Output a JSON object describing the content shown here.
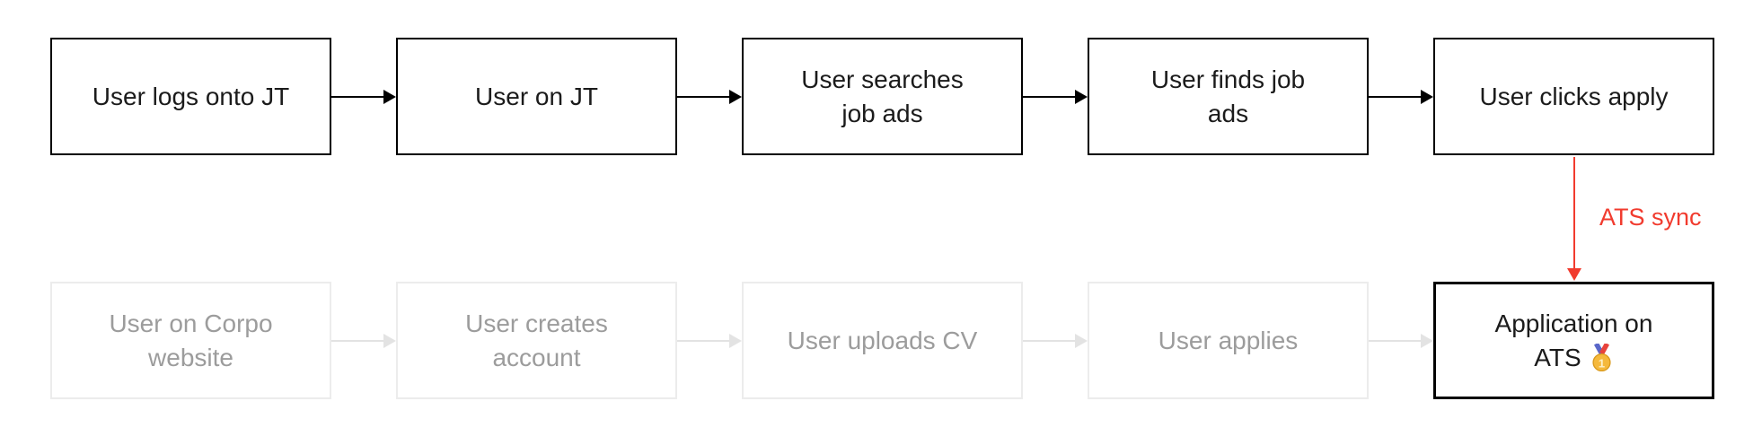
{
  "diagram": {
    "top_row": [
      {
        "label": "User logs onto JT"
      },
      {
        "label": "User on JT"
      },
      {
        "label": "User searches\njob ads"
      },
      {
        "label": "User finds job\nads"
      },
      {
        "label": "User clicks apply"
      }
    ],
    "bottom_row": [
      {
        "label": "User on Corpo\nwebsite"
      },
      {
        "label": "User creates\naccount"
      },
      {
        "label": "User uploads CV"
      },
      {
        "label": "User applies"
      },
      {
        "label": "Application on\nATS",
        "icon": "first-place-medal",
        "medal_number": "1"
      }
    ],
    "sync_arrow": {
      "label": "ATS sync"
    },
    "colors": {
      "active_border": "#000000",
      "active_text": "#1b1b1b",
      "inactive_border": "#ececec",
      "inactive_text": "#9c9c9c",
      "inactive_arrow": "#e3e3e3",
      "sync_red": "#f13b2e",
      "medal_gold": "#f5b93c",
      "medal_ribbon_left": "#5a67c9",
      "medal_ribbon_right": "#e8433c"
    }
  }
}
